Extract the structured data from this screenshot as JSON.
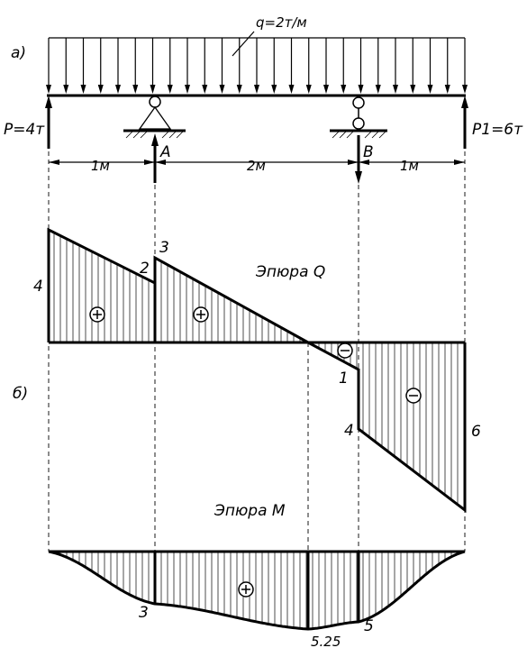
{
  "beam": {
    "part_a_label": "а)",
    "part_b_label": "б)",
    "load_label": "q=2т/м",
    "force_left_label": "P=4т",
    "force_right_label": "P1=6т",
    "support_a_label": "A",
    "support_b_label": "B",
    "dim_1": "1м",
    "dim_2": "2м",
    "dim_3": "1м"
  },
  "shear": {
    "title": "Эпюра  Q",
    "values": [
      "4",
      "2",
      "3",
      "1",
      "4",
      "6"
    ]
  },
  "moment": {
    "title": "Эпюра  М",
    "values": [
      "3",
      "5.25",
      "5"
    ]
  },
  "signs": {
    "plus": "+",
    "minus": "−"
  }
}
